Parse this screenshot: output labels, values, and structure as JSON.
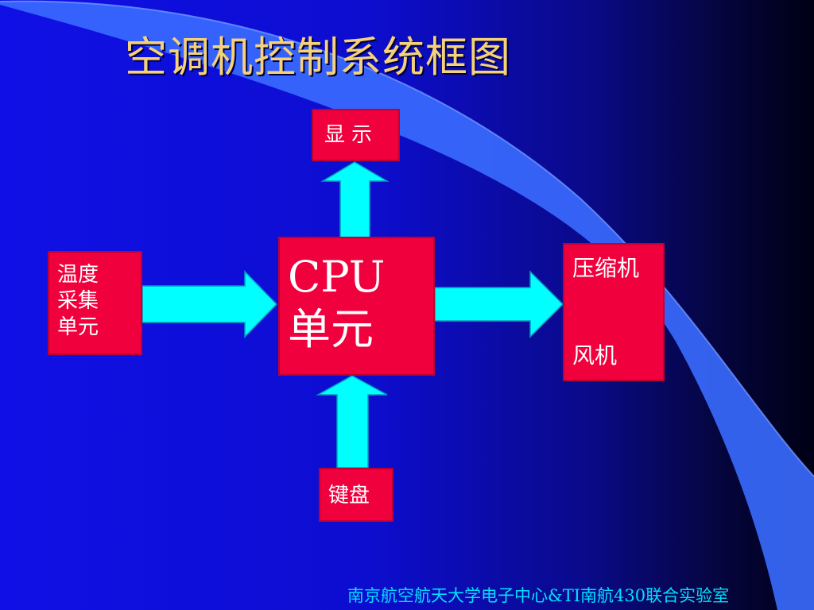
{
  "title": "空调机控制系统框图",
  "boxes": {
    "display": "显示",
    "temperature_unit": [
      "温度",
      "采集",
      "单元"
    ],
    "cpu_unit": [
      "CPU",
      "单元"
    ],
    "compressor": "压缩机",
    "fan": "风机",
    "keyboard": "键盘"
  },
  "footer": "南京航空航天大学电子中心&TI南航430联合实验室",
  "colors": {
    "box_fill": "#f0003c",
    "arrow_fill": "#00ffff",
    "title_text": "#f5d27a",
    "footer_text": "#00e0ff",
    "swoosh": "#3a6cff"
  }
}
